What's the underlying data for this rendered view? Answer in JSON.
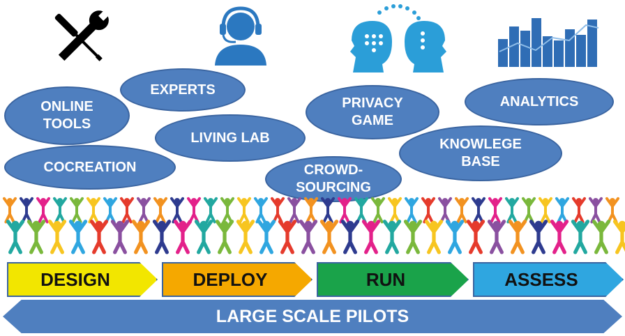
{
  "icons": [
    {
      "name": "tools-icon"
    },
    {
      "name": "support-agent-icon"
    },
    {
      "name": "shared-thinking-icon"
    },
    {
      "name": "analytics-chart-icon"
    }
  ],
  "bubbles": {
    "online_tools": "ONLINE\nTOOLS",
    "experts": "EXPERTS",
    "living_lab": "LIVING LAB",
    "cocreation": "COCREATION",
    "privacy_game": "PRIVACY\nGAME",
    "analytics": "ANALYTICS",
    "knowledge_base": "KNOWLEGE\nBASE",
    "crowdsourcing": "CROWD-\nSOURCING"
  },
  "stages": {
    "design": "DESIGN",
    "deploy": "DEPLOY",
    "run": "RUN",
    "assess": "ASSESS"
  },
  "banner": "LARGE SCALE PILOTS",
  "colors": {
    "bubble_fill": "#4f7fbf",
    "design": "#f2e600",
    "deploy": "#f5a800",
    "run": "#1aa34a",
    "assess": "#2fa6e0",
    "crowd": [
      "#f29220",
      "#2e3b8f",
      "#e3218a",
      "#22a8a0",
      "#7ab83c",
      "#f7c520",
      "#2fa6e0",
      "#e53b2c",
      "#8a50a0"
    ]
  }
}
